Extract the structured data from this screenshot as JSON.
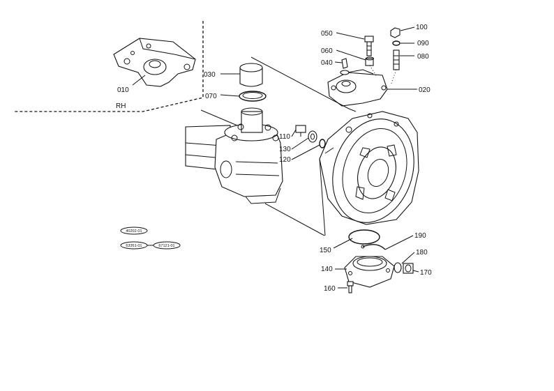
{
  "side_label": "RH",
  "parts": [
    {
      "id": "p010",
      "no": "010"
    },
    {
      "id": "p030",
      "no": "030"
    },
    {
      "id": "p070",
      "no": "070"
    },
    {
      "id": "p050",
      "no": "050"
    },
    {
      "id": "p060",
      "no": "060"
    },
    {
      "id": "p040",
      "no": "040"
    },
    {
      "id": "p100",
      "no": "100"
    },
    {
      "id": "p090",
      "no": "090"
    },
    {
      "id": "p080",
      "no": "080"
    },
    {
      "id": "p020",
      "no": "020"
    },
    {
      "id": "p110",
      "no": "110"
    },
    {
      "id": "p130",
      "no": "130"
    },
    {
      "id": "p120",
      "no": "120"
    },
    {
      "id": "p150",
      "no": "150"
    },
    {
      "id": "p190",
      "no": "190"
    },
    {
      "id": "p180",
      "no": "180"
    },
    {
      "id": "p140",
      "no": "140"
    },
    {
      "id": "p170",
      "no": "170"
    },
    {
      "id": "p160",
      "no": "160"
    }
  ],
  "ref_codes": [
    "40202-01",
    "63351-01",
    "67121-01"
  ]
}
